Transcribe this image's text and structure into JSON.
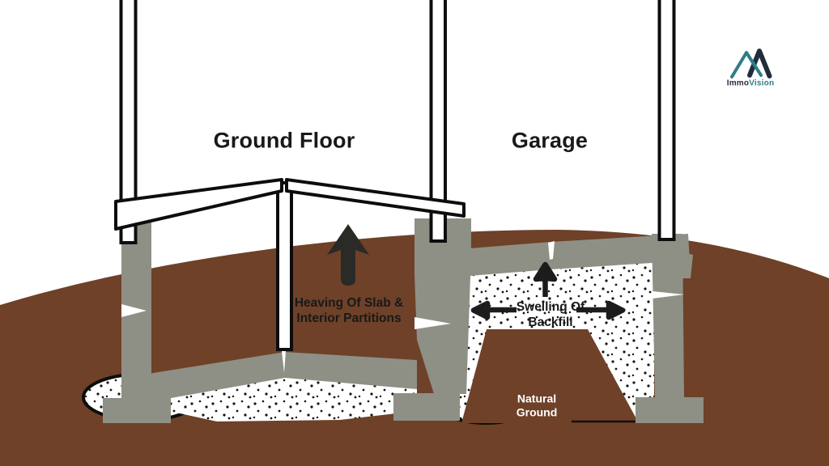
{
  "colors": {
    "background": "#ffffff",
    "soil": "#6e4128",
    "concrete": "#8e9086",
    "outline": "#0d0d0d",
    "arrow": "#2a2a27",
    "text_dark": "#191919",
    "text_light": "#ffffff",
    "logo_teal": "#2e7e86",
    "logo_navy": "#232c3d"
  },
  "diagram": {
    "rooms": {
      "ground_floor": "Ground Floor",
      "garage": "Garage"
    },
    "annotations": {
      "heaving_line1": "Heaving Of Slab &",
      "heaving_line2": "Interior Partitions",
      "swelling_line1": "Swelling Of",
      "swelling_line2": "Backfill",
      "natural_line1": "Natural",
      "natural_line2": "Ground"
    }
  },
  "logo": {
    "name_part1": "Immo",
    "name_part2": "Vision"
  }
}
